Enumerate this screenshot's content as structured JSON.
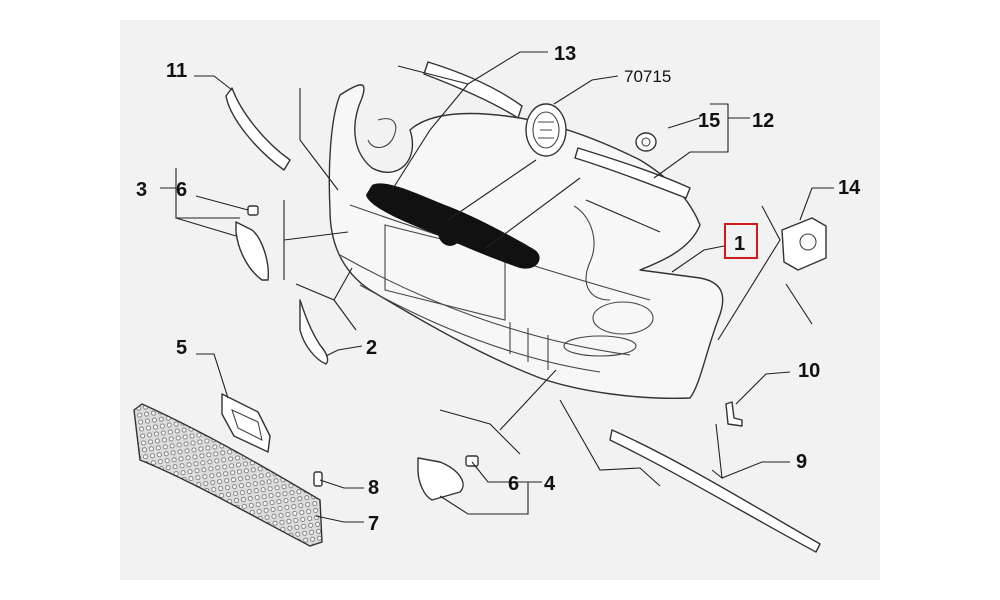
{
  "diagram": {
    "callouts": {
      "c1": "1",
      "c2": "2",
      "c3": "3",
      "c4": "4",
      "c5": "5",
      "c6a": "6",
      "c6b": "6",
      "c7": "7",
      "c8": "8",
      "c9": "9",
      "c10": "10",
      "c11": "11",
      "c12": "12",
      "c13": "13",
      "c14": "14",
      "c15": "15",
      "partno": "70715"
    },
    "highlight_color": "#cc1b1b",
    "highlighted_callout": "1"
  }
}
